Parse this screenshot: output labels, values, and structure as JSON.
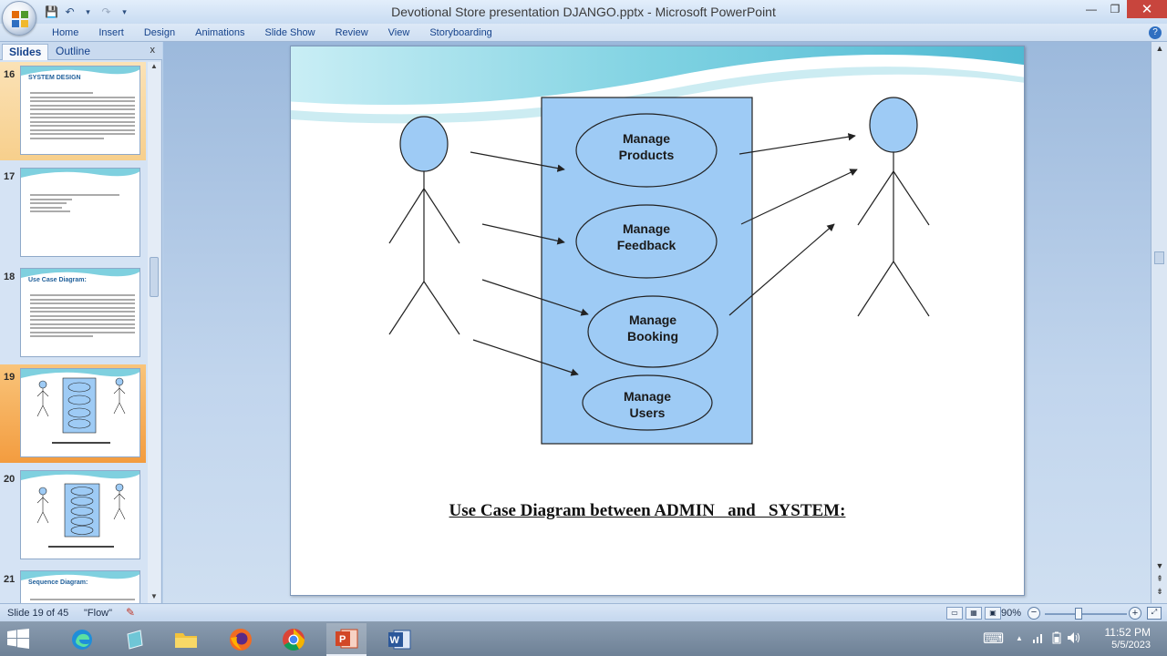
{
  "window": {
    "title": "Devotional Store presentation DJANGO.pptx - Microsoft PowerPoint",
    "minimize": "—",
    "restore": "❐",
    "close": "✕"
  },
  "qat": {
    "save": "💾",
    "undo": "↶",
    "redo": "↷",
    "customize": "▾"
  },
  "ribbon": {
    "tabs": [
      "Home",
      "Insert",
      "Design",
      "Animations",
      "Slide Show",
      "Review",
      "View",
      "Storyboarding"
    ],
    "help": "?"
  },
  "slide_panel": {
    "tab_slides": "Slides",
    "tab_outline": "Outline",
    "close": "x",
    "thumbnails": [
      {
        "num": "16",
        "title": "SYSTEM DESIGN"
      },
      {
        "num": "17",
        "title": ""
      },
      {
        "num": "18",
        "title": "Use Case Diagram:"
      },
      {
        "num": "19",
        "title": ""
      },
      {
        "num": "20",
        "title": ""
      },
      {
        "num": "21",
        "title": "Sequence Diagram:"
      }
    ]
  },
  "slide": {
    "use_cases": [
      {
        "line1": "Manage",
        "line2": "Products"
      },
      {
        "line1": "Manage",
        "line2": "Feedback"
      },
      {
        "line1": "Manage",
        "line2": "Booking"
      },
      {
        "line1": "Manage",
        "line2": "Users"
      }
    ],
    "caption": "Use Case Diagram between ADMIN   and   SYSTEM:"
  },
  "status": {
    "slide_counter": "Slide 19 of 45",
    "theme": "\"Flow\"",
    "zoom": "90%",
    "zoom_out": "−",
    "zoom_in": "+"
  },
  "taskbar": {
    "time": "11:52 PM",
    "date": "5/5/2023",
    "tray_up": "▲",
    "keyboard": "⌨"
  },
  "colors": {
    "system_box": "#9ecbf5",
    "actor_head": "#9ecbf5",
    "stroke": "#222222"
  }
}
